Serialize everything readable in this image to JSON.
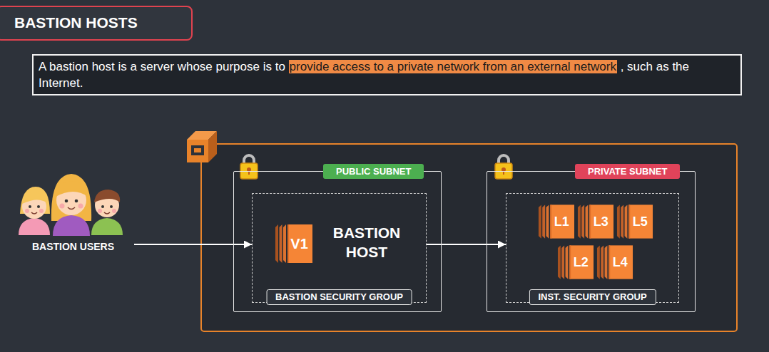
{
  "diagram": {
    "title": "BASTION HOSTS",
    "nodes": [
      {
        "text": [
          "BASTION USERS"
        ]
      },
      {
        "text": [
          "PUBLIC SUBNET"
        ]
      },
      {
        "text": [
          "BASTION SECURITY GROUP"
        ],
        "in": 1
      },
      {
        "text": [
          "V1"
        ],
        "in": 2
      },
      {
        "text": [
          "PRIVATE SUBNET"
        ]
      },
      {
        "text": [
          "INST. SECURITY GROUP"
        ],
        "in": 4
      },
      {
        "text": [
          "L1"
        ],
        "in": 5
      },
      {
        "text": [
          "L3"
        ],
        "in": 5
      },
      {
        "text": [
          "L5"
        ],
        "in": 5
      },
      {
        "text": [
          "L2"
        ],
        "in": 5
      },
      {
        "text": [
          "L4"
        ],
        "in": 5
      }
    ],
    "edges": [
      {
        "from": 0,
        "to": 2,
        "arrow": "to"
      },
      {
        "from": 2,
        "to": 5,
        "arrow": "to"
      }
    ],
    "labels": [
      "A bastion host is a server whose purpose is to",
      "provide access to a private network from an external network",
      ", such as the Internet.",
      "BASTION HOST"
    ]
  }
}
